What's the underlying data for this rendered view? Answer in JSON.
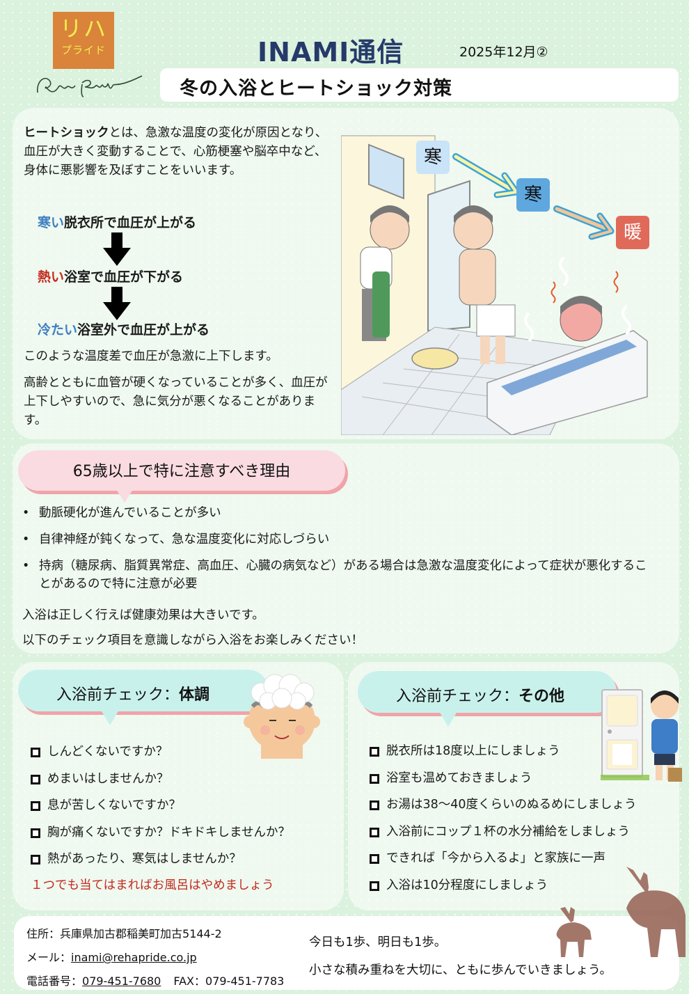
{
  "header": {
    "logo": {
      "line1": "リハ",
      "line2": "プライド",
      "script": "Reha Pride",
      "bg_color": "#d9843a",
      "text_color": "#f4ec52"
    },
    "title": "INAMI通信",
    "issue": "2025年12月②",
    "subtitle": "冬の入浴とヒートショック対策"
  },
  "intro": {
    "term": "ヒートショック",
    "definition_rest": "とは、急激な温度の変化が原因となり、血圧が大きく変動することで、心筋梗塞や脳卒中など、身体に悪影響を及ぼすことをいいます。",
    "flow": [
      {
        "highlight": "寒い",
        "rest": "脱衣所で血圧が上がる",
        "color": "#3f7fc0"
      },
      {
        "highlight": "熱い",
        "rest": "浴室で血圧が下がる",
        "color": "#c42a1e"
      },
      {
        "highlight": "冷たい",
        "rest": "浴室外で血圧が上がる",
        "color": "#3f7fc0"
      }
    ],
    "summary": "このような温度差で血圧が急激に上下します。",
    "elderly_note": "高齢とともに血管が硬くなっていることが多く、血圧が上下しやすいので、急に気分が悪くなることがあります。"
  },
  "illustration": {
    "labels": [
      {
        "text": "寒",
        "color": "#c9e3f8"
      },
      {
        "text": "寒",
        "color": "#5ea8df"
      },
      {
        "text": "暖",
        "color": "#e06a5a"
      }
    ]
  },
  "reasons": {
    "heading": "65歳以上で特に注意すべき理由",
    "items": [
      "動脈硬化が進んでいることが多い",
      "自律神経が鈍くなって、急な温度変化に対応しづらい",
      "持病（糖尿病、脂質異常症、高血圧、心臓の病気など）がある場合は急激な温度変化によって症状が悪化することがあるので特に注意が必要"
    ],
    "closing1": "入浴は正しく行えば健康効果は大きいです。",
    "closing2": "以下のチェック項目を意識しながら入浴をお楽しみください！"
  },
  "check_body": {
    "heading_prefix": "入浴前チェック：",
    "heading_bold": "体調",
    "items": [
      "しんどくないですか？",
      "めまいはしませんか？",
      "息が苦しくないですか？",
      "胸が痛くないですか？ドキドキしませんか？",
      "熱があったり、寒気はしませんか？"
    ],
    "warning": "１つでも当てはまればお風呂はやめましょう"
  },
  "check_other": {
    "heading_prefix": "入浴前チェック：",
    "heading_bold": "その他",
    "items": [
      "脱衣所は18度以上にしましょう",
      "浴室も温めておきましょう",
      "お湯は38～40度くらいのぬるめにしましょう",
      "入浴前にコップ１杯の水分補給をしましょう",
      "できれば「今から入るよ」と家族に一声",
      "入浴は10分程度にしましょう"
    ]
  },
  "footer": {
    "address_label": "住所：",
    "address": "兵庫県加古郡稲美町加古5144-2",
    "email_label": "メール：",
    "email": "inami@rehapride.co.jp",
    "phone_label": "電話番号：",
    "phone": "079-451-7680",
    "fax_label": "FAX：",
    "fax": "079-451-7783",
    "motto1": "今日も1歩、明日も1歩。",
    "motto2": "小さな積み重ねを大切に、ともに歩んでいきましょう。"
  }
}
